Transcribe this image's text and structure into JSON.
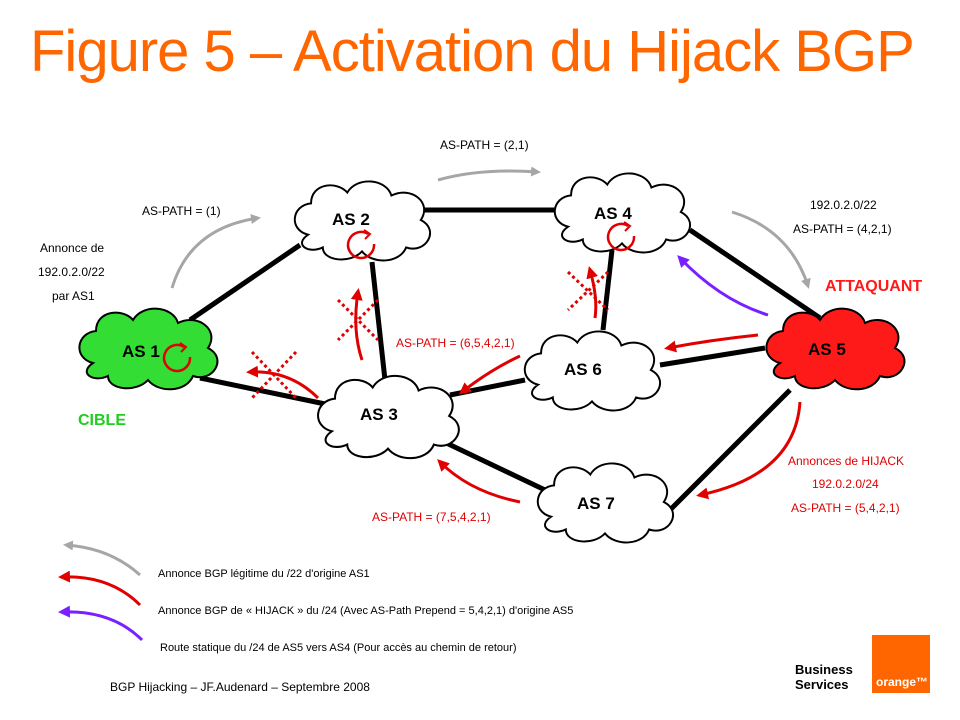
{
  "title": "Figure 5 – Activation du Hijack BGP",
  "nodes": {
    "as1": "AS 1",
    "as2": "AS 2",
    "as3": "AS 3",
    "as4": "AS 4",
    "as5": "AS 5",
    "as6": "AS 6",
    "as7": "AS 7"
  },
  "annotations": {
    "as1_announce": [
      "Annonce de",
      "192.0.2.0/22",
      "par AS1"
    ],
    "aspath_1": "AS-PATH = (1)",
    "aspath_2_1": "AS-PATH = (2,1)",
    "as5_prefix": "192.0.2.0/22",
    "aspath_4_2_1": "AS-PATH = (4,2,1)",
    "aspath_6_5_4_2_1": "AS-PATH = (6,5,4,2,1)",
    "aspath_7_5_4_2_1": "AS-PATH = (7,5,4,2,1)",
    "hijack": [
      "Annonces de HIJACK",
      "192.0.2.0/24",
      "AS-PATH = (5,4,2,1)"
    ],
    "target": "CIBLE",
    "attacker": "ATTAQUANT"
  },
  "legend": {
    "gray": "Annonce BGP légitime du /22 d'origine AS1",
    "red": "Annonce BGP de « HIJACK » du /24 (Avec AS-Path Prepend = 5,4,2,1) d'origine AS5",
    "purple": "Route statique du /24 de AS5 vers AS4 (Pour accès au chemin de retour)"
  },
  "footer": "BGP Hijacking – JF.Audenard – Septembre 2008",
  "brand": {
    "line1": "Business",
    "line2": "Services",
    "logo": "orange™"
  },
  "colors": {
    "title": "#ff6600",
    "target_cloud": "#33dd33",
    "attacker_cloud": "#ff1a1a",
    "legit_arrow": "#a6a6a6",
    "hijack_arrow": "#e00000",
    "static_route_arrow": "#7a1fff"
  }
}
